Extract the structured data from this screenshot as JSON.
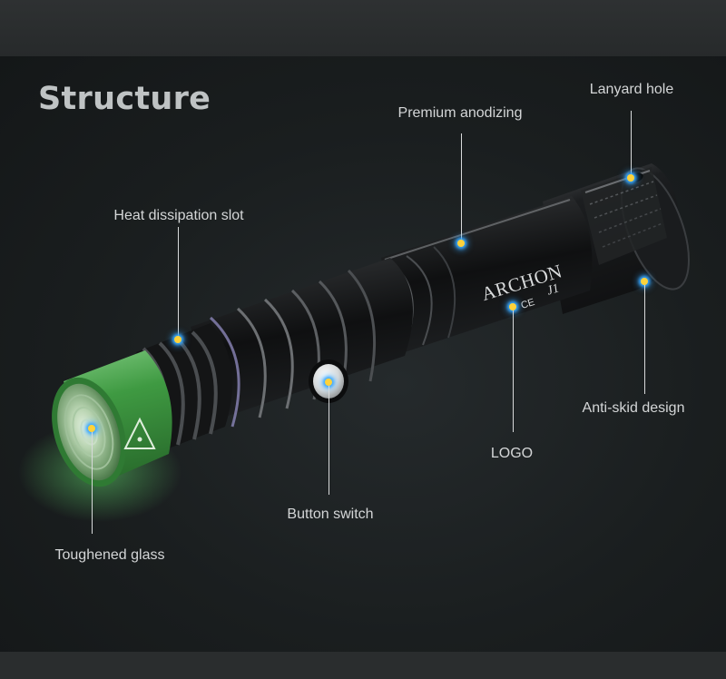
{
  "title": "Structure",
  "brand": {
    "name": "ARCHON",
    "model": "J1",
    "mark": "CE"
  },
  "callouts": {
    "lanyard_hole": "Lanyard hole",
    "premium_anodizing": "Premium anodizing",
    "heat_dissipation_slot": "Heat dissipation slot",
    "anti_skid_design": "Anti-skid design",
    "logo": "LOGO",
    "button_switch": "Button switch",
    "toughened_glass": "Toughened glass"
  },
  "colors": {
    "background": "#1a1d1e",
    "head_ring": "#3f9a42",
    "dot_core": "#ffd23a",
    "dot_glow": "#39a8ff",
    "text": "#d4d6d7"
  }
}
